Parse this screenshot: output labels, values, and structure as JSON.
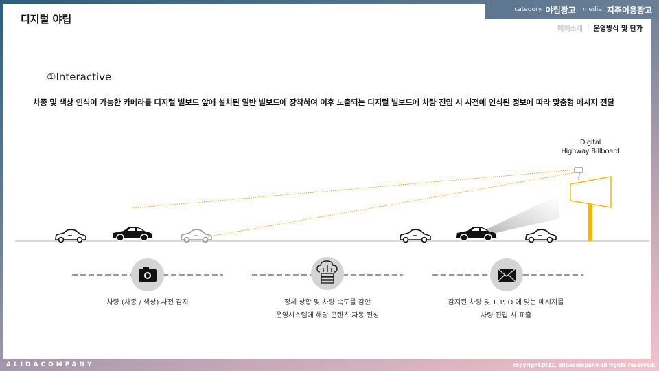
{
  "header": {
    "category_label": "category.",
    "category": "야립광고",
    "media_label": "media.",
    "media": "지주이용광고"
  },
  "page_title": "디지털 야립",
  "subnav": {
    "items": [
      "매체소개",
      "운영방식 및 단가"
    ],
    "separator": "|",
    "active_index": 1
  },
  "section_title": "①Interactive",
  "description": "차종 및 색상 인식이 가능한 카메라를 디지털 빌보드 앞에 설치된 일반 빌보드에 장착하여 이후 노출되는 디지털 빌보드에 차량 진입 시 사전에 인식된 정보에 따라 맞춤형 메시지 전달",
  "billboard_label": {
    "line1": "Digital",
    "line2": "Highway Billboard"
  },
  "steps": [
    {
      "icon": "camera-icon",
      "lines": [
        "차량 (차종 / 색상) 사전 감지"
      ]
    },
    {
      "icon": "cloud-server-icon",
      "lines": [
        "정체 상황 및 차량 속도를 감안",
        "운영시스템에 해당 콘텐츠 자동 편성"
      ]
    },
    {
      "icon": "envelope-icon",
      "lines": [
        "감지된 차량 및 T. P. O 에 맞는 메시지를",
        "차량 진입 시 표출"
      ]
    }
  ],
  "colors": {
    "accent": "#f5b800",
    "line": "#f5a623"
  },
  "footer": {
    "brand": "ALIDACOMPANY",
    "copyright": "copyright2021. alidacompany.all rights reserved."
  }
}
